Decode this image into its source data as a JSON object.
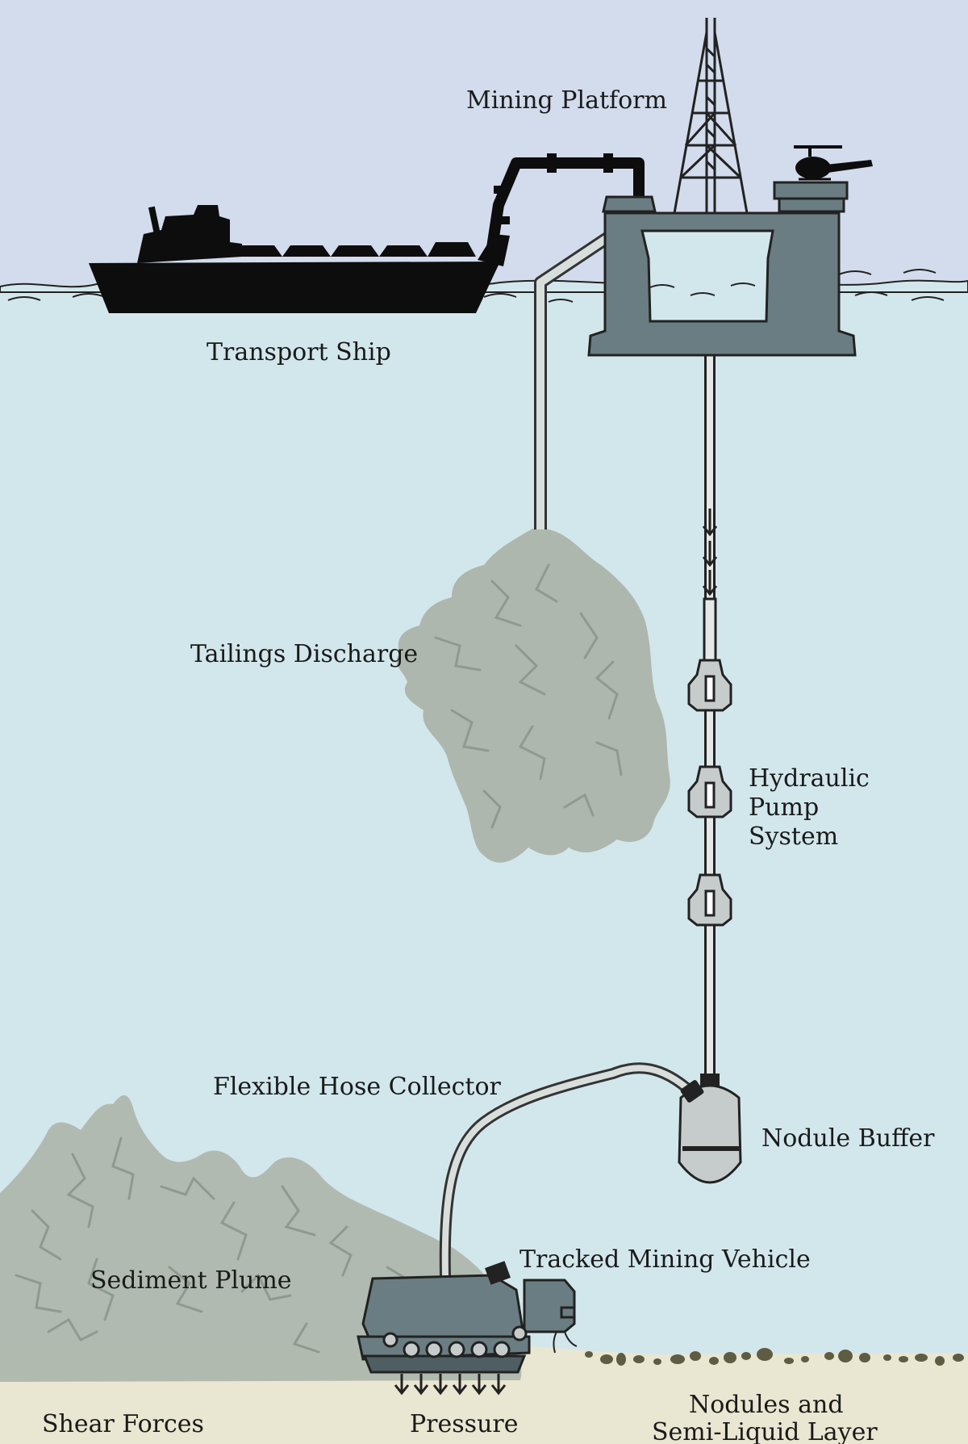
{
  "labels": {
    "mining_platform": "Mining Platform",
    "transport_ship": "Transport Ship",
    "tailings_discharge": "Tailings Discharge",
    "hydraulic_pump_line1": "Hydraulic",
    "hydraulic_pump_line2": "Pump",
    "hydraulic_pump_line3": "System",
    "flexible_hose_collector": "Flexible Hose Collector",
    "nodule_buffer": "Nodule Buffer",
    "sediment_plume": "Sediment Plume",
    "tracked_mining_vehicle": "Tracked Mining Vehicle",
    "shear_forces": "Shear Forces",
    "pressure": "Pressure",
    "nodules_line1": "Nodules and",
    "nodules_line2": "Semi-Liquid Layer"
  },
  "colors": {
    "sky": "#d3dcec",
    "water": "#d2e7ec",
    "seabed": "#e9e6d1",
    "platform": "#6a7d82",
    "ship": "#0d0d0d",
    "plume": "#aeb7ad",
    "plume_line": "#8f9a8f",
    "nodule": "#5e5c43"
  }
}
